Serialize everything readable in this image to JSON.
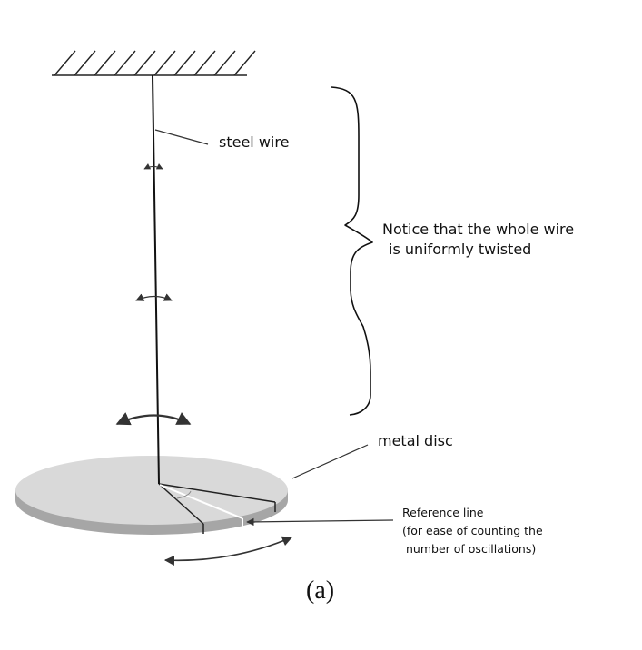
{
  "labels": {
    "wire": "steel wire",
    "notice_line1": "Notice that the whole wire",
    "notice_line2": "is uniformly twisted",
    "disc": "metal disc",
    "reference_line1": "Reference line",
    "reference_line2": "(for ease of counting the",
    "reference_line3": "number of oscillations)",
    "caption": "(a)"
  },
  "colors": {
    "stroke": "#111111",
    "disc_top": "#d9d9d9",
    "disc_side": "#a6a6a6",
    "reference_line": "#ffffff"
  }
}
